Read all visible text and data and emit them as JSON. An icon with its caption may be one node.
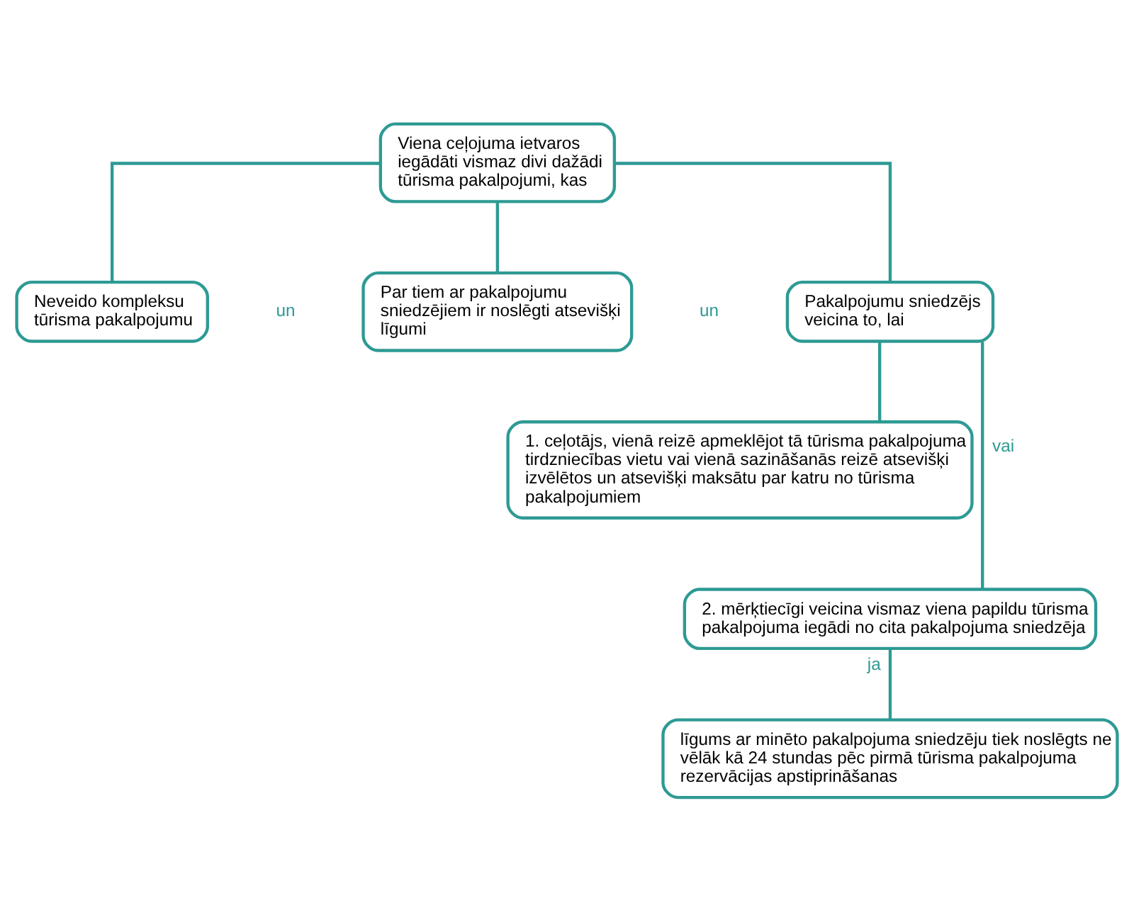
{
  "diagram": {
    "nodes": [
      {
        "text": [
          "Viena ceļojuma ietvaros iegādāti vismaz divi dažādi tūrisma pakalpojumi, kas"
        ]
      },
      {
        "text": [
          "Neveido kompleksu tūrisma pakalpojumu"
        ]
      },
      {
        "text": [
          "Par tiem ar pakalpojumu sniedzējiem ir noslēgti atsevišķi līgumi"
        ]
      },
      {
        "text": [
          "Pakalpojumu sniedzējs veicina to, lai"
        ]
      },
      {
        "text": [
          "1. ceļotājs, vienā reizē apmeklējot tā tūrisma pakalpojuma tirdzniecības vietu vai vienā sazināšanās reizē atsevišķi izvēlētos un atsevišķi maksātu par katru no tūrisma pakalpojumiem"
        ]
      },
      {
        "text": [
          "2. mērķtiecīgi veicina vismaz viena papildu tūrisma pakalpojuma iegādi no cita pakalpojuma sniedzēja"
        ]
      },
      {
        "text": [
          "līgums ar minēto pakalpojuma sniedzēju tiek noslēgts ne vēlāk kā 24 stundas pēc pirmā tūrisma pakalpojuma rezervācijas apstiprināšanas"
        ]
      }
    ],
    "edges": [
      {
        "from": 0,
        "to": 1,
        "arrow": "none"
      },
      {
        "from": 0,
        "to": 2,
        "arrow": "none"
      },
      {
        "from": 0,
        "to": 3,
        "arrow": "none"
      },
      {
        "from": 3,
        "to": 4,
        "arrow": "none"
      },
      {
        "from": 3,
        "to": 5,
        "arrow": "none",
        "label": "vai"
      },
      {
        "from": 5,
        "to": 6,
        "arrow": "none",
        "label": "ja"
      }
    ],
    "labels": [
      "un",
      "un"
    ]
  }
}
